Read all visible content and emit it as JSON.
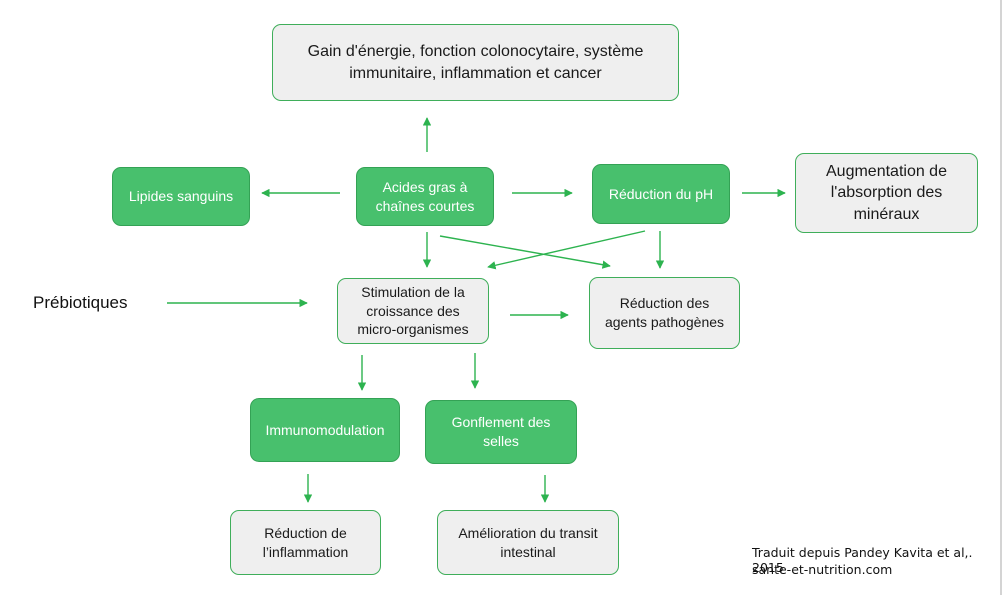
{
  "title_box": "Gain d'énergie, fonction colonocytaire, système immunitaire, inflammation et cancer",
  "lipides": "Lipides sanguins",
  "acides": "Acides gras à chaînes courtes",
  "reduction_ph": "Réduction du pH",
  "augmentation": "Augmentation de l'absorption des minéraux",
  "prebiotiques": "Prébiotiques",
  "stimulation": "Stimulation de la croissance des micro-organismes",
  "reduction_agents": "Réduction des agents pathogènes",
  "immunomodulation": "Immunomodulation",
  "gonflement": "Gonflement des selles",
  "reduction_inflammation": "Réduction de l’inflammation",
  "amelioration": "Amélioration du transit intestinal",
  "credit_line1": "Traduit depuis Pandey Kavita et al,. 2015",
  "credit_line2": "sante-et-nutrition.com",
  "colors": {
    "arrow": "#2db34f",
    "green_box": "#48c06d",
    "grey_box": "#efefef",
    "border": "#3fae5a"
  }
}
